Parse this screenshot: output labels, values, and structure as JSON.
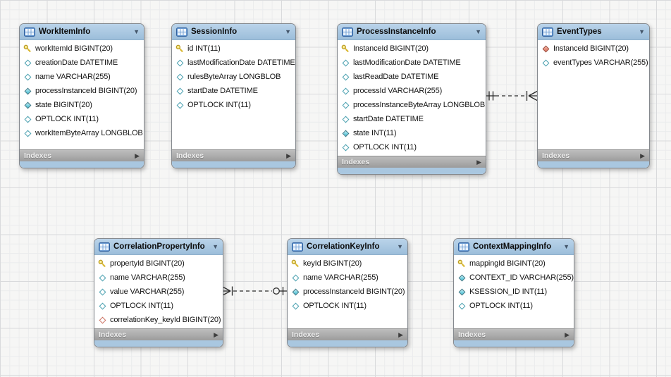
{
  "ui": {
    "indexes_label": "Indexes",
    "collapse_arrow": "▼",
    "expand_arrow": "▶"
  },
  "colors": {
    "table_header": "#a5c2dd",
    "table_bottom_strip": "#a9c7e0",
    "footer_bar": "#ababab",
    "primary_key_icon": "#f0d040",
    "attribute_diamond_icon": "#38b8cf",
    "foreign_key_diamond_icon": "#d96953",
    "connector_line": "#2b2b2b"
  },
  "tables": [
    {
      "name": "WorkItemInfo",
      "columns": [
        {
          "icon": "primary-key",
          "text": "workItemId BIGINT(20)"
        },
        {
          "icon": "diamond-hollow",
          "text": "creationDate DATETIME"
        },
        {
          "icon": "diamond-hollow",
          "text": "name VARCHAR(255)"
        },
        {
          "icon": "diamond-filled",
          "text": "processInstanceId BIGINT(20)"
        },
        {
          "icon": "diamond-filled",
          "text": "state BIGINT(20)"
        },
        {
          "icon": "diamond-hollow",
          "text": "OPTLOCK INT(11)"
        },
        {
          "icon": "diamond-hollow",
          "text": "workItemByteArray LONGBLOB"
        }
      ]
    },
    {
      "name": "SessionInfo",
      "columns": [
        {
          "icon": "primary-key",
          "text": "id INT(11)"
        },
        {
          "icon": "diamond-hollow",
          "text": "lastModificationDate DATETIME"
        },
        {
          "icon": "diamond-hollow",
          "text": "rulesByteArray LONGBLOB"
        },
        {
          "icon": "diamond-hollow",
          "text": "startDate DATETIME"
        },
        {
          "icon": "diamond-hollow",
          "text": "OPTLOCK INT(11)"
        }
      ]
    },
    {
      "name": "ProcessInstanceInfo",
      "columns": [
        {
          "icon": "primary-key",
          "text": "InstanceId BIGINT(20)"
        },
        {
          "icon": "diamond-hollow",
          "text": "lastModificationDate DATETIME"
        },
        {
          "icon": "diamond-hollow",
          "text": "lastReadDate DATETIME"
        },
        {
          "icon": "diamond-hollow",
          "text": "processId VARCHAR(255)"
        },
        {
          "icon": "diamond-hollow",
          "text": "processInstanceByteArray LONGBLOB"
        },
        {
          "icon": "diamond-hollow",
          "text": "startDate DATETIME"
        },
        {
          "icon": "diamond-filled",
          "text": "state INT(11)"
        },
        {
          "icon": "diamond-hollow",
          "text": "OPTLOCK INT(11)"
        }
      ]
    },
    {
      "name": "EventTypes",
      "columns": [
        {
          "icon": "foreign-key-filled",
          "text": "InstanceId BIGINT(20)"
        },
        {
          "icon": "diamond-hollow",
          "text": "eventTypes VARCHAR(255)"
        }
      ]
    },
    {
      "name": "CorrelationPropertyInfo",
      "columns": [
        {
          "icon": "primary-key",
          "text": "propertyId BIGINT(20)"
        },
        {
          "icon": "diamond-hollow",
          "text": "name VARCHAR(255)"
        },
        {
          "icon": "diamond-hollow",
          "text": "value VARCHAR(255)"
        },
        {
          "icon": "diamond-hollow",
          "text": "OPTLOCK INT(11)"
        },
        {
          "icon": "foreign-key-hollow",
          "text": "correlationKey_keyId BIGINT(20)"
        }
      ]
    },
    {
      "name": "CorrelationKeyInfo",
      "columns": [
        {
          "icon": "primary-key",
          "text": "keyId BIGINT(20)"
        },
        {
          "icon": "diamond-hollow",
          "text": "name VARCHAR(255)"
        },
        {
          "icon": "diamond-filled",
          "text": "processInstanceId BIGINT(20)"
        },
        {
          "icon": "diamond-hollow",
          "text": "OPTLOCK INT(11)"
        }
      ]
    },
    {
      "name": "ContextMappingInfo",
      "columns": [
        {
          "icon": "primary-key",
          "text": "mappingId BIGINT(20)"
        },
        {
          "icon": "diamond-filled",
          "text": "CONTEXT_ID VARCHAR(255)"
        },
        {
          "icon": "diamond-filled",
          "text": "KSESSION_ID INT(11)"
        },
        {
          "icon": "diamond-hollow",
          "text": "OPTLOCK INT(11)"
        }
      ]
    }
  ],
  "relationships": [
    {
      "from": "ProcessInstanceInfo",
      "from_cardinality": "exactly-one",
      "to": "EventTypes",
      "to_cardinality": "one-or-many",
      "line_style": "dashed"
    },
    {
      "from": "CorrelationKeyInfo",
      "from_cardinality": "zero-or-one",
      "to": "CorrelationPropertyInfo",
      "to_cardinality": "one-or-many",
      "line_style": "dashed"
    }
  ]
}
